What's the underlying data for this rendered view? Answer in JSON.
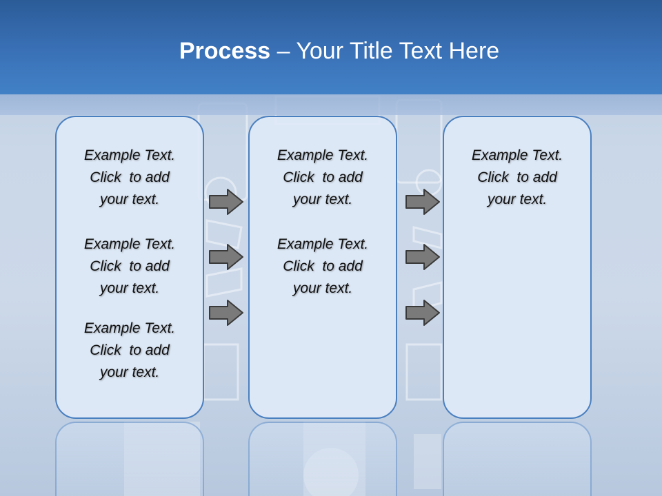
{
  "title": {
    "bold": "Process",
    "rest": " – Your Title Text Here"
  },
  "cards": [
    {
      "blocks": [
        [
          "Example Text.",
          "Click  to add",
          "your text."
        ],
        [
          "Example Text.",
          "Click  to add",
          "your text."
        ],
        [
          "Example Text.",
          "Click  to add",
          "your text."
        ]
      ]
    },
    {
      "blocks": [
        [
          "Example Text.",
          "Click  to add",
          "your text."
        ],
        [
          "Example Text.",
          "Click  to add",
          "your text."
        ]
      ]
    },
    {
      "blocks": [
        [
          "Example Text.",
          "Click  to add",
          "your text."
        ]
      ]
    }
  ],
  "colors": {
    "title_bar": "#3a71b7",
    "card_border": "#4a7fbf",
    "arrow_fill": "#7a7a7a"
  }
}
